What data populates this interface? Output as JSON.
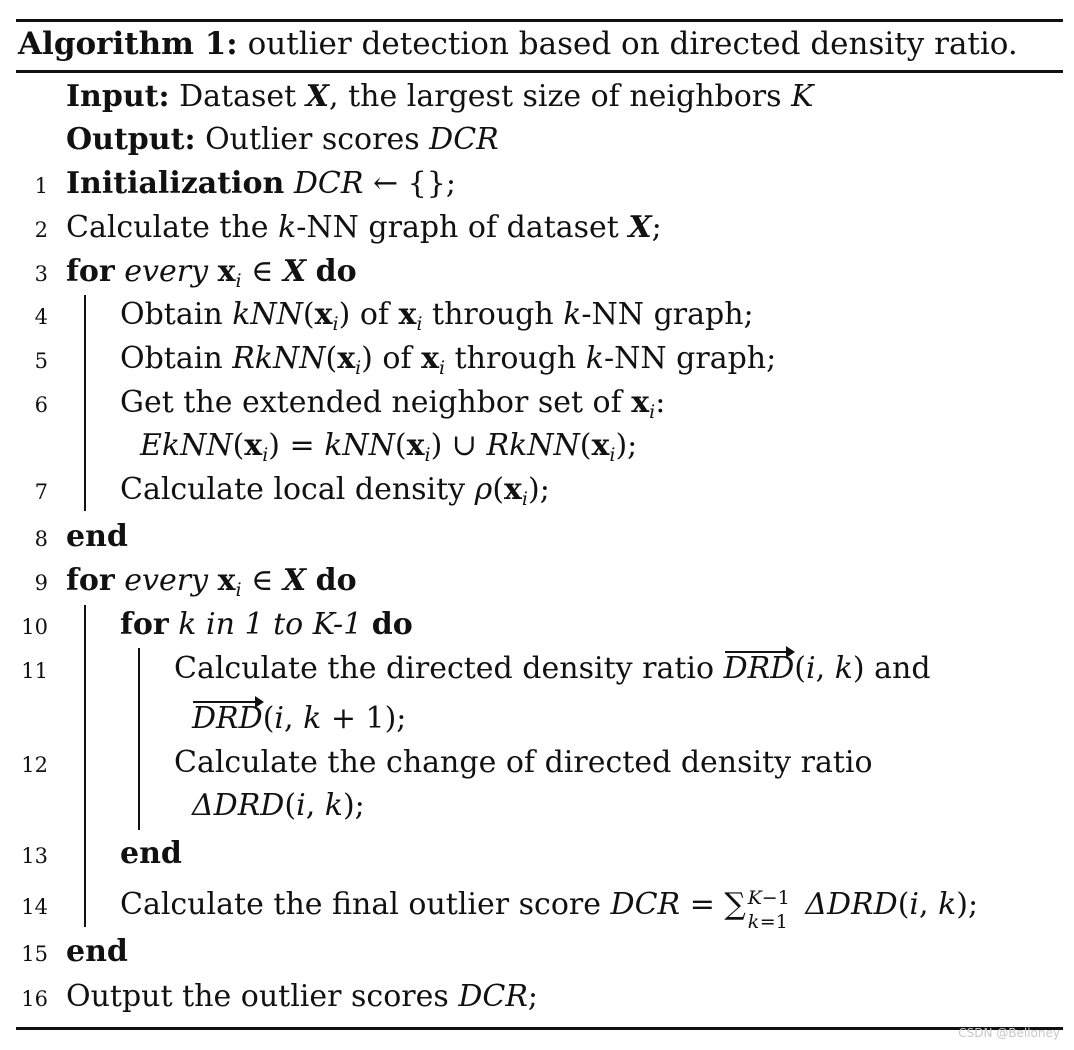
{
  "algorithm": {
    "label": "Algorithm 1:",
    "title": "outlier detection based on directed density ratio."
  },
  "io": {
    "input_label": "Input:",
    "input_text": "Dataset X, the largest size of neighbors K",
    "output_label": "Output:",
    "output_text": "Outlier scores DCR"
  },
  "steps": [
    {
      "num": "1",
      "text": "Initialization DCR ← {};"
    },
    {
      "num": "2",
      "text": "Calculate the k-NN graph of dataset X;"
    },
    {
      "num": "3",
      "text": "for every xi ∈ X do"
    },
    {
      "num": "4",
      "text": "Obtain kNN(xi) of xi through k-NN graph;"
    },
    {
      "num": "5",
      "text": "Obtain RkNN(xi) of xi through k-NN graph;"
    },
    {
      "num": "6",
      "text": "Get the extended neighbor set of xi: EkNN(xi) = kNN(xi) ∪ RkNN(xi);"
    },
    {
      "num": "7",
      "text": "Calculate local density ρ(xi);"
    },
    {
      "num": "8",
      "text": "end"
    },
    {
      "num": "9",
      "text": "for every xi ∈ X do"
    },
    {
      "num": "10",
      "text": "for k in 1 to K-1 do"
    },
    {
      "num": "11",
      "text": "Calculate the directed density ratio DRD(i, k) and DRD(i, k + 1);"
    },
    {
      "num": "12",
      "text": "Calculate the change of directed density ratio ΔDRD(i, k);"
    },
    {
      "num": "13",
      "text": "end"
    },
    {
      "num": "14",
      "text": "Calculate the final outlier score DCR = ∑ from k=1 to K−1 of ΔDRD(i, k);"
    },
    {
      "num": "15",
      "text": "end"
    },
    {
      "num": "16",
      "text": "Output the outlier scores DCR;"
    }
  ],
  "watermark": "CSDN @Belloney"
}
